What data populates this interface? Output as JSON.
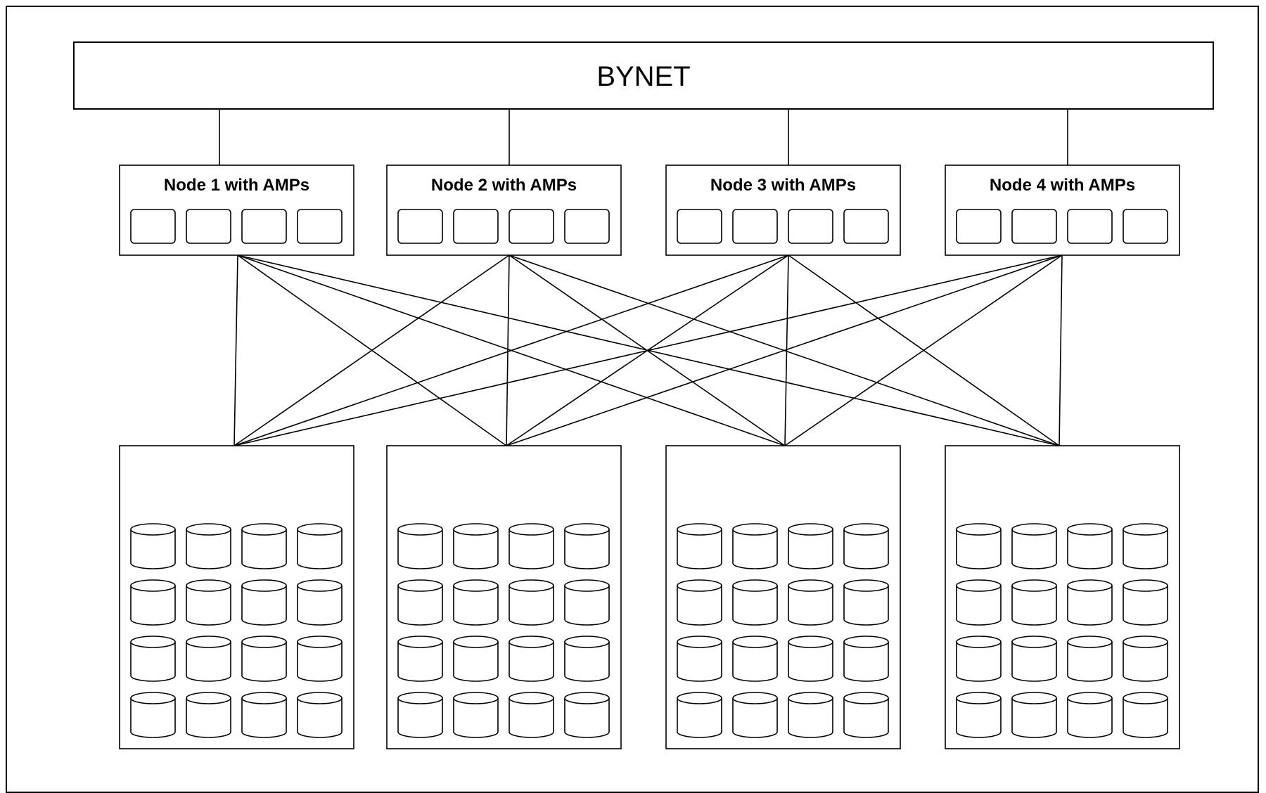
{
  "bus": {
    "label": "BYNET"
  },
  "nodes": [
    {
      "label": "Node 1 with AMPs",
      "amp_count": 4
    },
    {
      "label": "Node 2 with AMPs",
      "amp_count": 4
    },
    {
      "label": "Node 3 with AMPs",
      "amp_count": 4
    },
    {
      "label": "Node 4 with AMPs",
      "amp_count": 4
    }
  ],
  "storage_arrays": [
    {
      "disk_rows": 4,
      "disk_cols": 4
    },
    {
      "disk_rows": 4,
      "disk_cols": 4
    },
    {
      "disk_rows": 4,
      "disk_cols": 4
    },
    {
      "disk_rows": 4,
      "disk_cols": 4
    }
  ],
  "connections": "every node connects to every storage array",
  "colors": {
    "stroke": "#000000",
    "background": "#ffffff"
  }
}
